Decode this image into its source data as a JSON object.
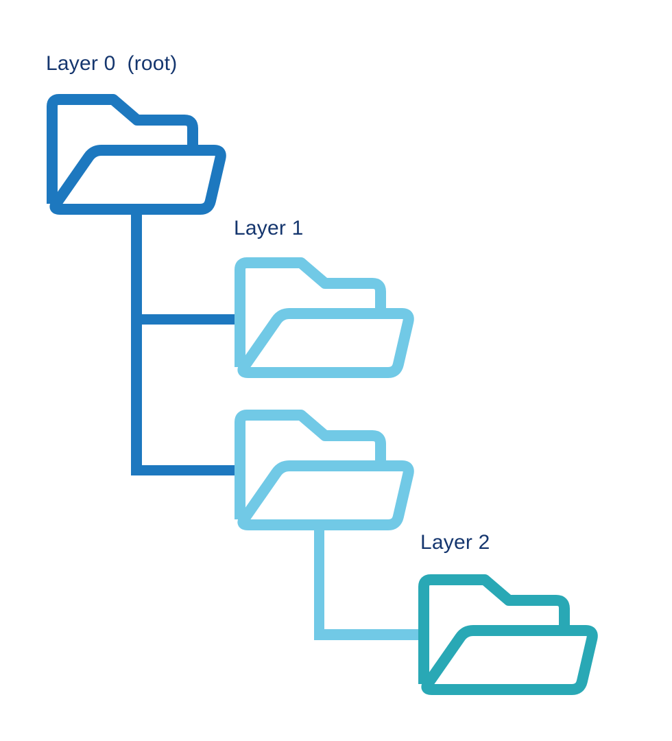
{
  "diagram": {
    "type": "tree",
    "background": "#ffffff",
    "labels": {
      "layer0": "Layer 0  (root)",
      "layer1": "Layer 1",
      "layer2": "Layer 2"
    },
    "colors": {
      "layer0": "#1d78bf",
      "layer1": "#71c9e6",
      "layer2": "#29a8b5",
      "label_text": "#15366e"
    },
    "nodes": [
      {
        "id": "root",
        "layer": 0,
        "icon": "open-folder-icon",
        "color": "#1d78bf"
      },
      {
        "id": "layer1-child-1",
        "layer": 1,
        "parent": "root",
        "icon": "open-folder-icon",
        "color": "#71c9e6"
      },
      {
        "id": "layer1-child-2",
        "layer": 1,
        "parent": "root",
        "icon": "open-folder-icon",
        "color": "#71c9e6"
      },
      {
        "id": "layer2-child-1",
        "layer": 2,
        "parent": "layer1-child-2",
        "icon": "open-folder-icon",
        "color": "#29a8b5"
      }
    ],
    "edges": [
      {
        "from": "root",
        "to": "layer1-child-1",
        "color": "#1d78bf"
      },
      {
        "from": "root",
        "to": "layer1-child-2",
        "color": "#1d78bf"
      },
      {
        "from": "layer1-child-2",
        "to": "layer2-child-1",
        "color": "#71c9e6"
      }
    ]
  }
}
